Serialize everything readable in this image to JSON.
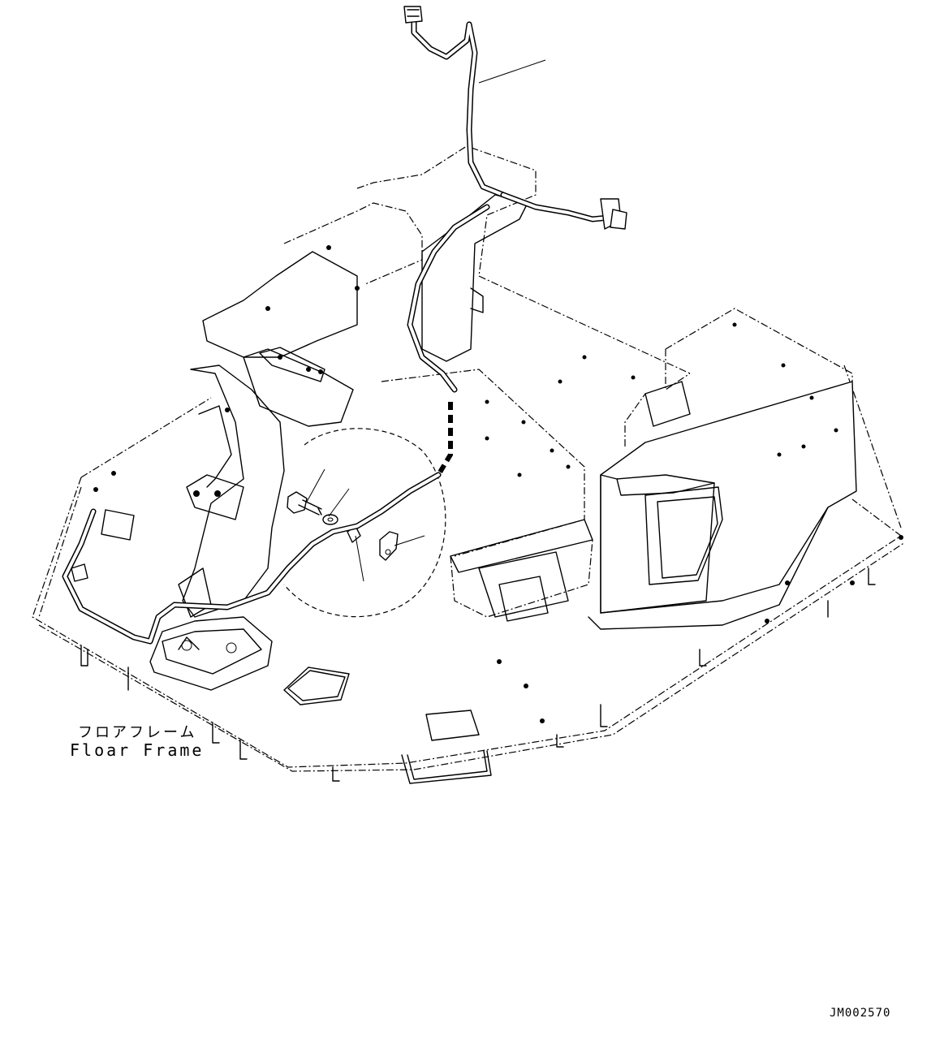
{
  "labels": {
    "floor_frame_jp": "フロアフレーム",
    "floor_frame_en": "Floar Frame",
    "figure_code": "JM002570"
  }
}
